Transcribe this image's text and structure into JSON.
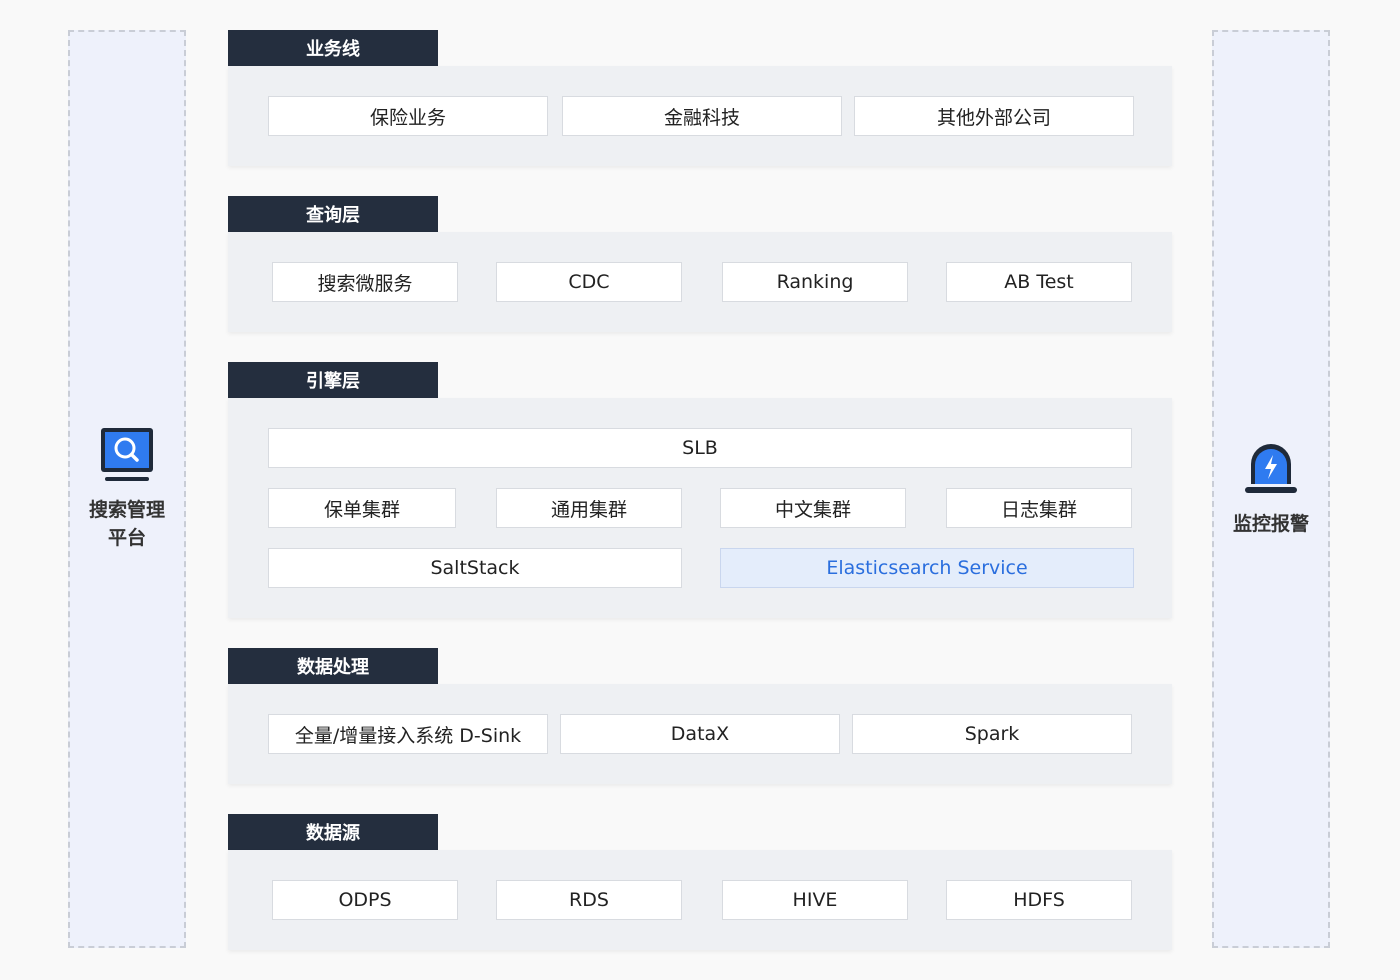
{
  "left_sidebar": {
    "label": "搜索管理平台",
    "icon": "search-monitor-icon"
  },
  "right_sidebar": {
    "label": "监控报警",
    "icon": "alarm-siren-icon"
  },
  "layers": [
    {
      "title": "业务线",
      "items": [
        "保险业务",
        "金融科技",
        "其他外部公司"
      ]
    },
    {
      "title": "查询层",
      "items": [
        "搜索微服务",
        "CDC",
        "Ranking",
        "AB Test"
      ]
    },
    {
      "title": "引擎层",
      "items": [
        "SLB",
        "保单集群",
        "通用集群",
        "中文集群",
        "日志集群",
        "SaltStack",
        "Elasticsearch Service"
      ]
    },
    {
      "title": "数据处理",
      "items": [
        "全量/增量接入系统 D-Sink",
        "DataX",
        "Spark"
      ]
    },
    {
      "title": "数据源",
      "items": [
        "ODPS",
        "RDS",
        "HIVE",
        "HDFS"
      ]
    }
  ],
  "colors": {
    "tag_bg": "#242e3e",
    "panel_bg": "#eef0f3",
    "accent": "#2a6ede",
    "highlight_bg": "#e4edfb"
  }
}
